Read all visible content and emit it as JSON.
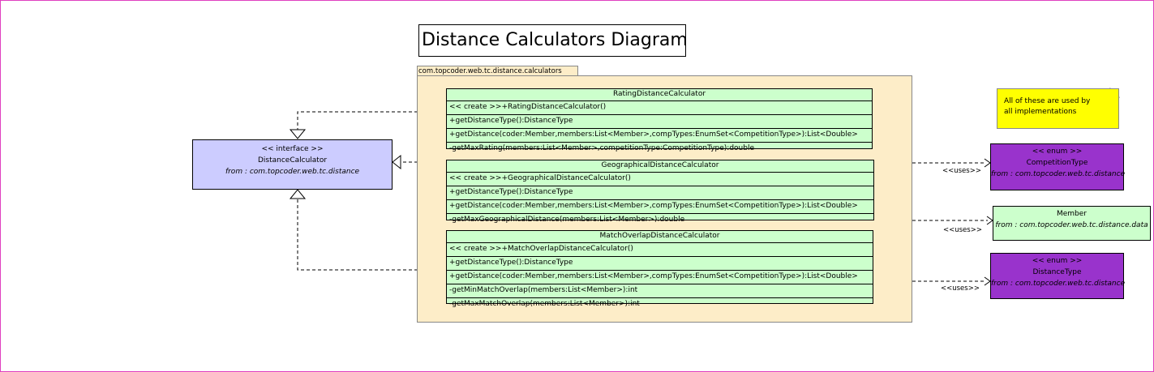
{
  "title": "Distance Calculators Diagram",
  "package": {
    "name": "com.topcoder.web.tc.distance.calculators"
  },
  "classes": [
    {
      "name": "RatingDistanceCalculator",
      "members": [
        "<< create >>+RatingDistanceCalculator()",
        "+getDistanceType():DistanceType",
        "+getDistance(coder:Member,members:List<Member>,compTypes:EnumSet<CompetitionType>):List<Double>",
        "-getMaxRating(members:List<Member>,competitionType:CompetitionType):double"
      ]
    },
    {
      "name": "GeographicalDistanceCalculator",
      "members": [
        "<< create >>+GeographicalDistanceCalculator()",
        "+getDistanceType():DistanceType",
        "+getDistance(coder:Member,members:List<Member>,compTypes:EnumSet<CompetitionType>):List<Double>",
        "-getMaxGeographicalDistance(members:List<Member>):double"
      ]
    },
    {
      "name": "MatchOverlapDistanceCalculator",
      "members": [
        "<< create >>+MatchOverlapDistanceCalculator()",
        "+getDistanceType():DistanceType",
        "+getDistance(coder:Member,members:List<Member>,compTypes:EnumSet<CompetitionType>):List<Double>",
        "-getMinMatchOverlap(members:List<Member>):int",
        "-getMaxMatchOverlap(members:List<Member>):int"
      ]
    }
  ],
  "interface": {
    "stereotype": "<< interface >>",
    "name": "DistanceCalculator",
    "from": "from : com.topcoder.web.tc.distance"
  },
  "note": {
    "line1": "All of these are used by",
    "line2": "all implementations"
  },
  "competition_type": {
    "stereotype": "<< enum >>",
    "name": "CompetitionType",
    "from": "from : com.topcoder.web.tc.distance"
  },
  "member": {
    "name": "Member",
    "from": "from : com.topcoder.web.tc.distance.data"
  },
  "distance_type": {
    "stereotype": "<< enum >>",
    "name": "DistanceType",
    "from": "from : com.topcoder.web.tc.distance"
  },
  "uses_label": "<<uses>>",
  "colors": {
    "class_fill": "#ccffcc",
    "interface_fill": "#ccccff",
    "enum_fill": "#9933cc",
    "package_fill": "#fdedc8",
    "note_fill": "#ffff00",
    "frame_border": "#e040c0"
  }
}
